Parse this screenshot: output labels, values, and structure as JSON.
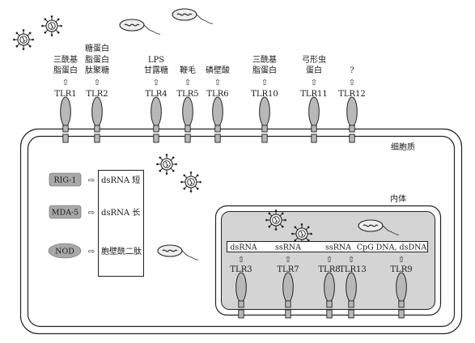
{
  "cytoplasm_label": "细胞质",
  "endosome_label": "内体",
  "arrow_up": "⇧",
  "arrow_right": "⇨",
  "surface_tlrs": [
    {
      "label": "TLR1",
      "ligand": [
        "三酰基",
        "脂蛋白"
      ]
    },
    {
      "label": "TLR2",
      "ligand": [
        "糖蛋白",
        "脂蛋白",
        "肽聚糖"
      ]
    },
    {
      "label": "TLR4",
      "ligand": [
        "LPS",
        "甘露糖"
      ]
    },
    {
      "label": "TLR5",
      "ligand": [
        "鞭毛"
      ]
    },
    {
      "label": "TLR6",
      "ligand": [
        "磷壁酸"
      ]
    },
    {
      "label": "TLR10",
      "ligand": [
        "三酰基",
        "脂蛋白"
      ]
    },
    {
      "label": "TLR11",
      "ligand": [
        "弓形虫",
        "蛋白"
      ]
    },
    {
      "label": "TLR12",
      "ligand": [
        "?"
      ]
    }
  ],
  "cytoplasmic_sensors": [
    {
      "receptor": "RIG-1",
      "ligand": "dsRNA 短"
    },
    {
      "receptor": "MDA-5",
      "ligand": "dsRNA 长"
    },
    {
      "receptor": "NOD",
      "ligand": "胞壁酰二肽"
    }
  ],
  "endosome_ligands": [
    "dsRNA",
    "ssRNA",
    "ssRNA",
    "CpG DNA, dsDNA"
  ],
  "endosomal_tlrs": [
    "TLR3",
    "TLR7",
    "TLR8",
    "TLR13",
    "TLR9"
  ],
  "colors": {
    "receptor_fill": "#b8b8b8",
    "endosome_fill": "#d4d4d4",
    "sensor_fill": "#a8a8a8",
    "stroke": "#222222"
  },
  "icons": {
    "virus": "virus-icon",
    "bacterium": "bacterium-icon",
    "receptor": "tlr-receptor-icon"
  }
}
